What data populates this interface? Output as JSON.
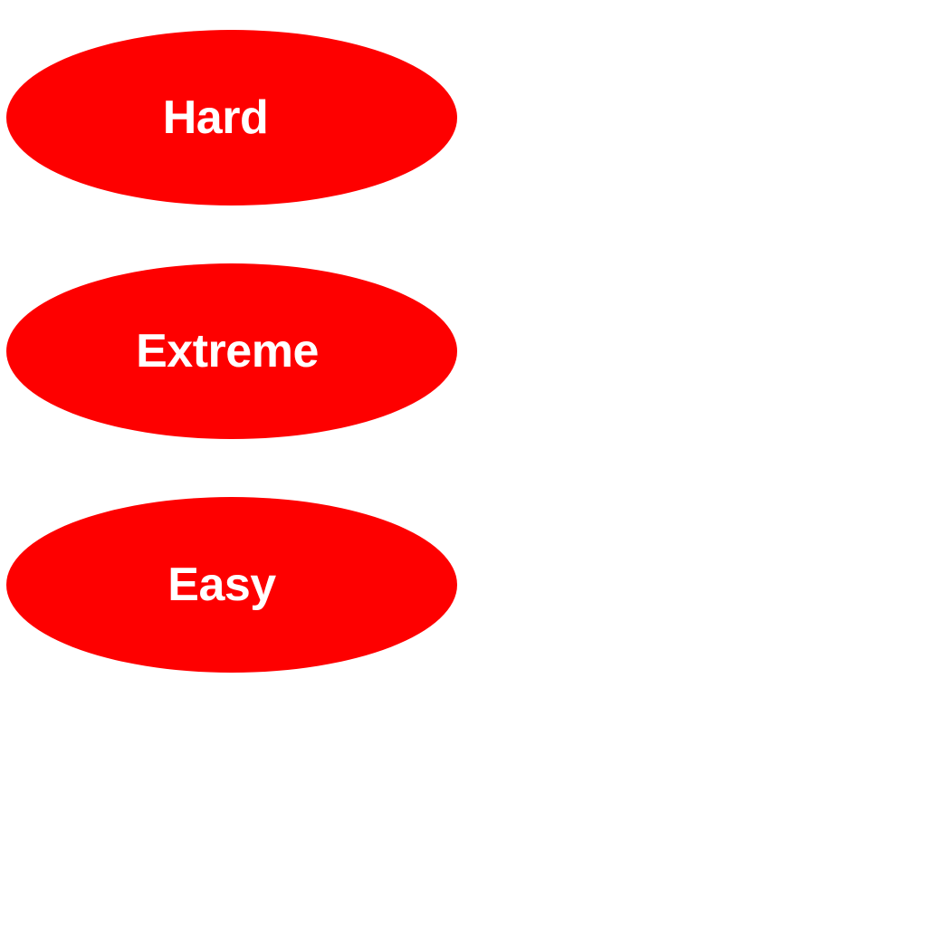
{
  "difficulty_menu": {
    "options": [
      {
        "label": "Hard"
      },
      {
        "label": "Extreme"
      },
      {
        "label": "Easy"
      }
    ]
  },
  "colors": {
    "background": "#ffffff",
    "button_fill": "#fe0000",
    "button_text": "#ffffff"
  }
}
